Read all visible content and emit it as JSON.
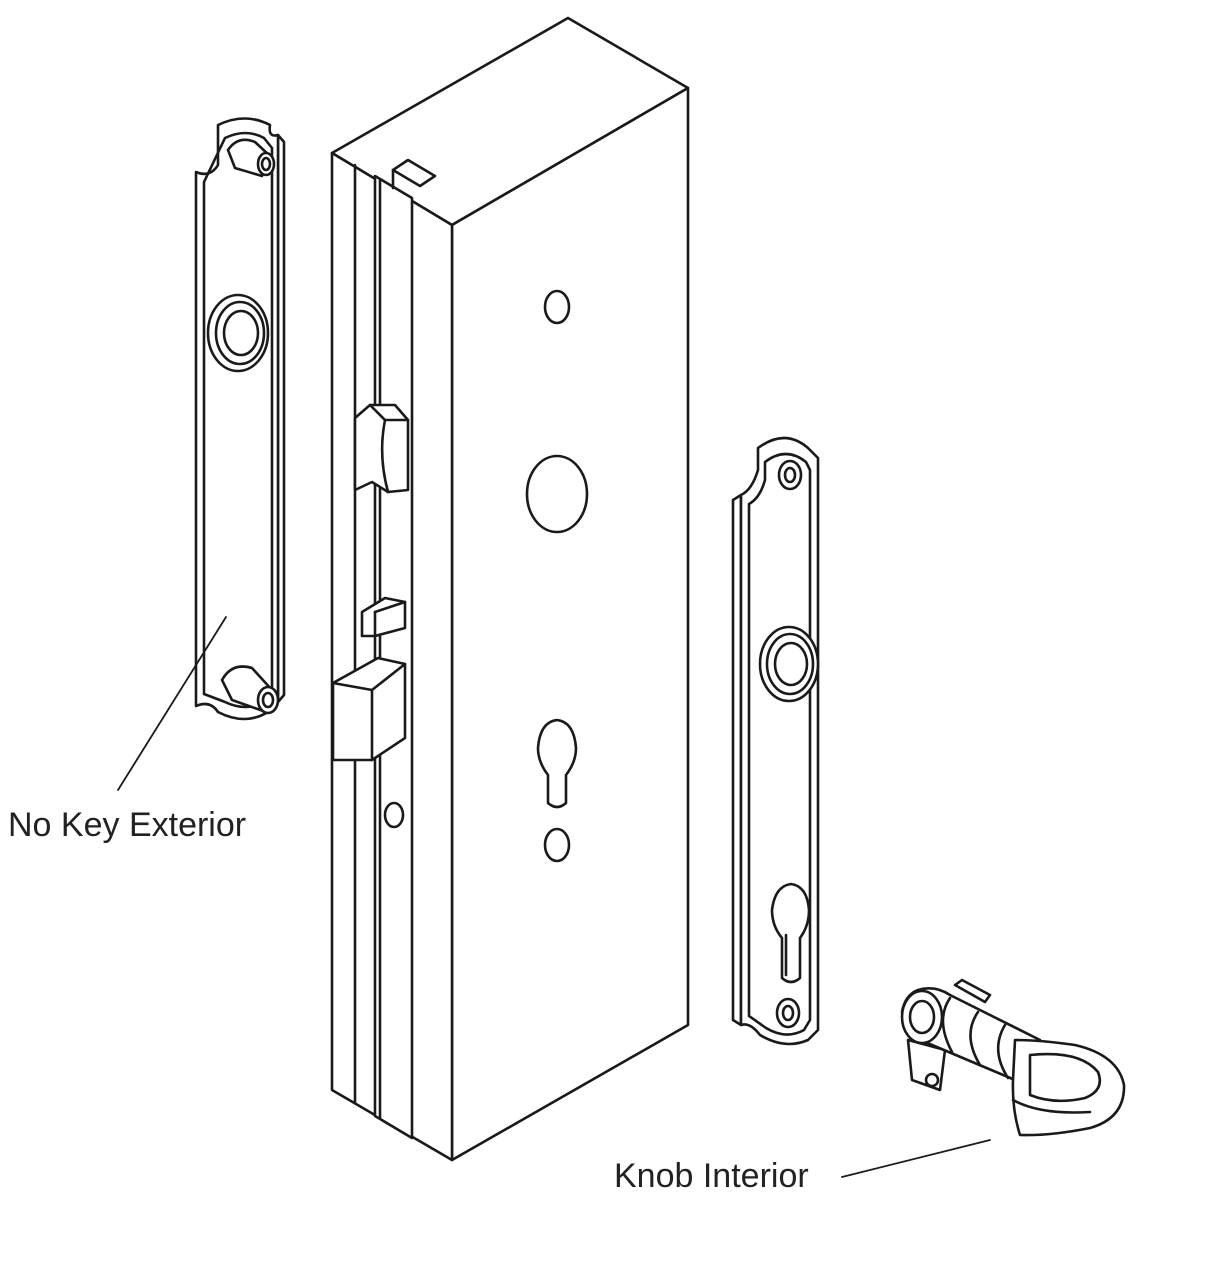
{
  "diagram": {
    "labels": {
      "exterior": "No Key Exterior",
      "interior": "Knob Interior"
    },
    "parts": [
      "exterior-trim-plate",
      "door-edge-with-mortise-lock",
      "interior-trim-plate",
      "thumb-turn-knob-cylinder"
    ],
    "line_color": "#1a1a1a",
    "background": "#ffffff"
  }
}
